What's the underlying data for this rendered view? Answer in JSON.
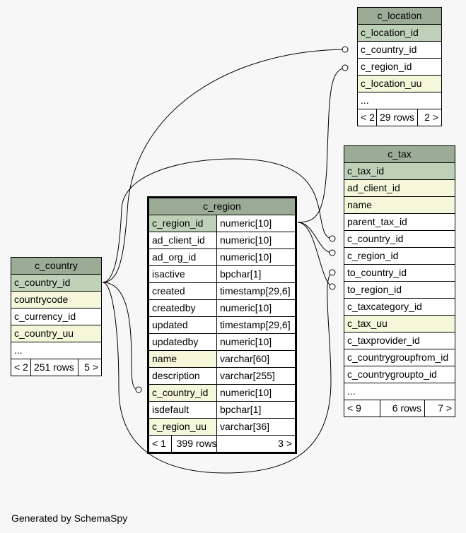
{
  "tables": {
    "c_location": {
      "name": "c_location",
      "columns": [
        "c_location_id",
        "c_country_id",
        "c_region_id",
        "c_location_uu",
        "..."
      ],
      "nav": {
        "prev": "< 2",
        "rows": "29 rows",
        "next": "2 >"
      }
    },
    "c_tax": {
      "name": "c_tax",
      "columns": [
        "c_tax_id",
        "ad_client_id",
        "name",
        "parent_tax_id",
        "c_country_id",
        "c_region_id",
        "to_country_id",
        "to_region_id",
        "c_taxcategory_id",
        "c_tax_uu",
        "c_taxprovider_id",
        "c_countrygroupfrom_id",
        "c_countrygroupto_id",
        "..."
      ],
      "nav": {
        "prev": "< 9",
        "rows": "6 rows",
        "next": "7 >"
      }
    },
    "c_country": {
      "name": "c_country",
      "columns": [
        "c_country_id",
        "countrycode",
        "c_currency_id",
        "c_country_uu",
        "..."
      ],
      "nav": {
        "prev": "< 2",
        "rows": "251 rows",
        "next": "5 >"
      }
    },
    "c_region": {
      "name": "c_region",
      "columns": [
        {
          "name": "c_region_id",
          "type": "numeric[10]"
        },
        {
          "name": "ad_client_id",
          "type": "numeric[10]"
        },
        {
          "name": "ad_org_id",
          "type": "numeric[10]"
        },
        {
          "name": "isactive",
          "type": "bpchar[1]"
        },
        {
          "name": "created",
          "type": "timestamp[29,6]"
        },
        {
          "name": "createdby",
          "type": "numeric[10]"
        },
        {
          "name": "updated",
          "type": "timestamp[29,6]"
        },
        {
          "name": "updatedby",
          "type": "numeric[10]"
        },
        {
          "name": "name",
          "type": "varchar[60]"
        },
        {
          "name": "description",
          "type": "varchar[255]"
        },
        {
          "name": "c_country_id",
          "type": "numeric[10]"
        },
        {
          "name": "isdefault",
          "type": "bpchar[1]"
        },
        {
          "name": "c_region_uu",
          "type": "varchar[36]"
        }
      ],
      "nav": {
        "prev": "< 1",
        "rows": "399 rows",
        "next": "3 >"
      }
    }
  },
  "footer": "Generated by SchemaSpy",
  "colors": {
    "header": "#9cab96",
    "primary_key": "#bed1b8",
    "indexed": "#f4f7da",
    "background": "#f7f7f7"
  }
}
